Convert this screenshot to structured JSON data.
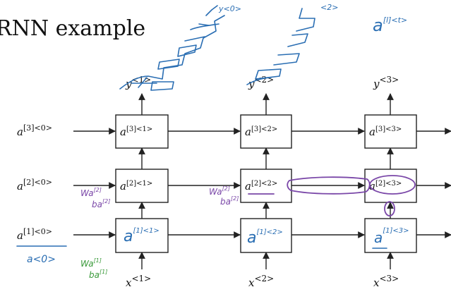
{
  "title": "RNN example",
  "top_right_note": {
    "base": "a",
    "sup": "[l]<t>"
  },
  "outputs": [
    {
      "base": "y",
      "sup": "<1>"
    },
    {
      "base": "y",
      "sup": "<2>"
    },
    {
      "base": "y",
      "sup": "<3>"
    }
  ],
  "inputs": [
    {
      "base": "x",
      "sup": "<1>"
    },
    {
      "base": "x",
      "sup": "<2>"
    },
    {
      "base": "x",
      "sup": "<3>"
    }
  ],
  "initial_states": [
    {
      "base": "a",
      "sup": "[3]<0>"
    },
    {
      "base": "a",
      "sup": "[2]<0>"
    },
    {
      "base": "a",
      "sup": "[1]<0>"
    }
  ],
  "cells": [
    [
      {
        "base": "a",
        "sup": "[3]<1>"
      },
      {
        "base": "a",
        "sup": "[3]<2>"
      },
      {
        "base": "a",
        "sup": "[3]<3>"
      }
    ],
    [
      {
        "base": "a",
        "sup": "[2]<1>"
      },
      {
        "base": "a",
        "sup": "[2]<2>"
      },
      {
        "base": "a",
        "sup": "[2]<3>"
      }
    ],
    [
      {
        "base": "a",
        "sup": "[1]<1>"
      },
      {
        "base": "a",
        "sup": "[1]<2>"
      },
      {
        "base": "a",
        "sup": "[1]<3>"
      }
    ]
  ],
  "annotations": {
    "purple_left": {
      "w": "Wa",
      "wsup": "[2]",
      "b": "ba",
      "bsup": "[2]"
    },
    "purple_mid": {
      "w": "Wa",
      "wsup": "[2]",
      "b": "ba",
      "bsup": "[2]"
    },
    "green_left": {
      "w": "Wa",
      "wsup": "[1]",
      "b": "ba",
      "bsup": "[1]"
    },
    "blue_bottom_left": "a<0>",
    "top_notes": [
      "y<0>",
      "<2>"
    ]
  },
  "colors": {
    "blue_ink": "#2a6eb3",
    "purple_ink": "#7a47a8",
    "green_ink": "#3a9a3a"
  }
}
